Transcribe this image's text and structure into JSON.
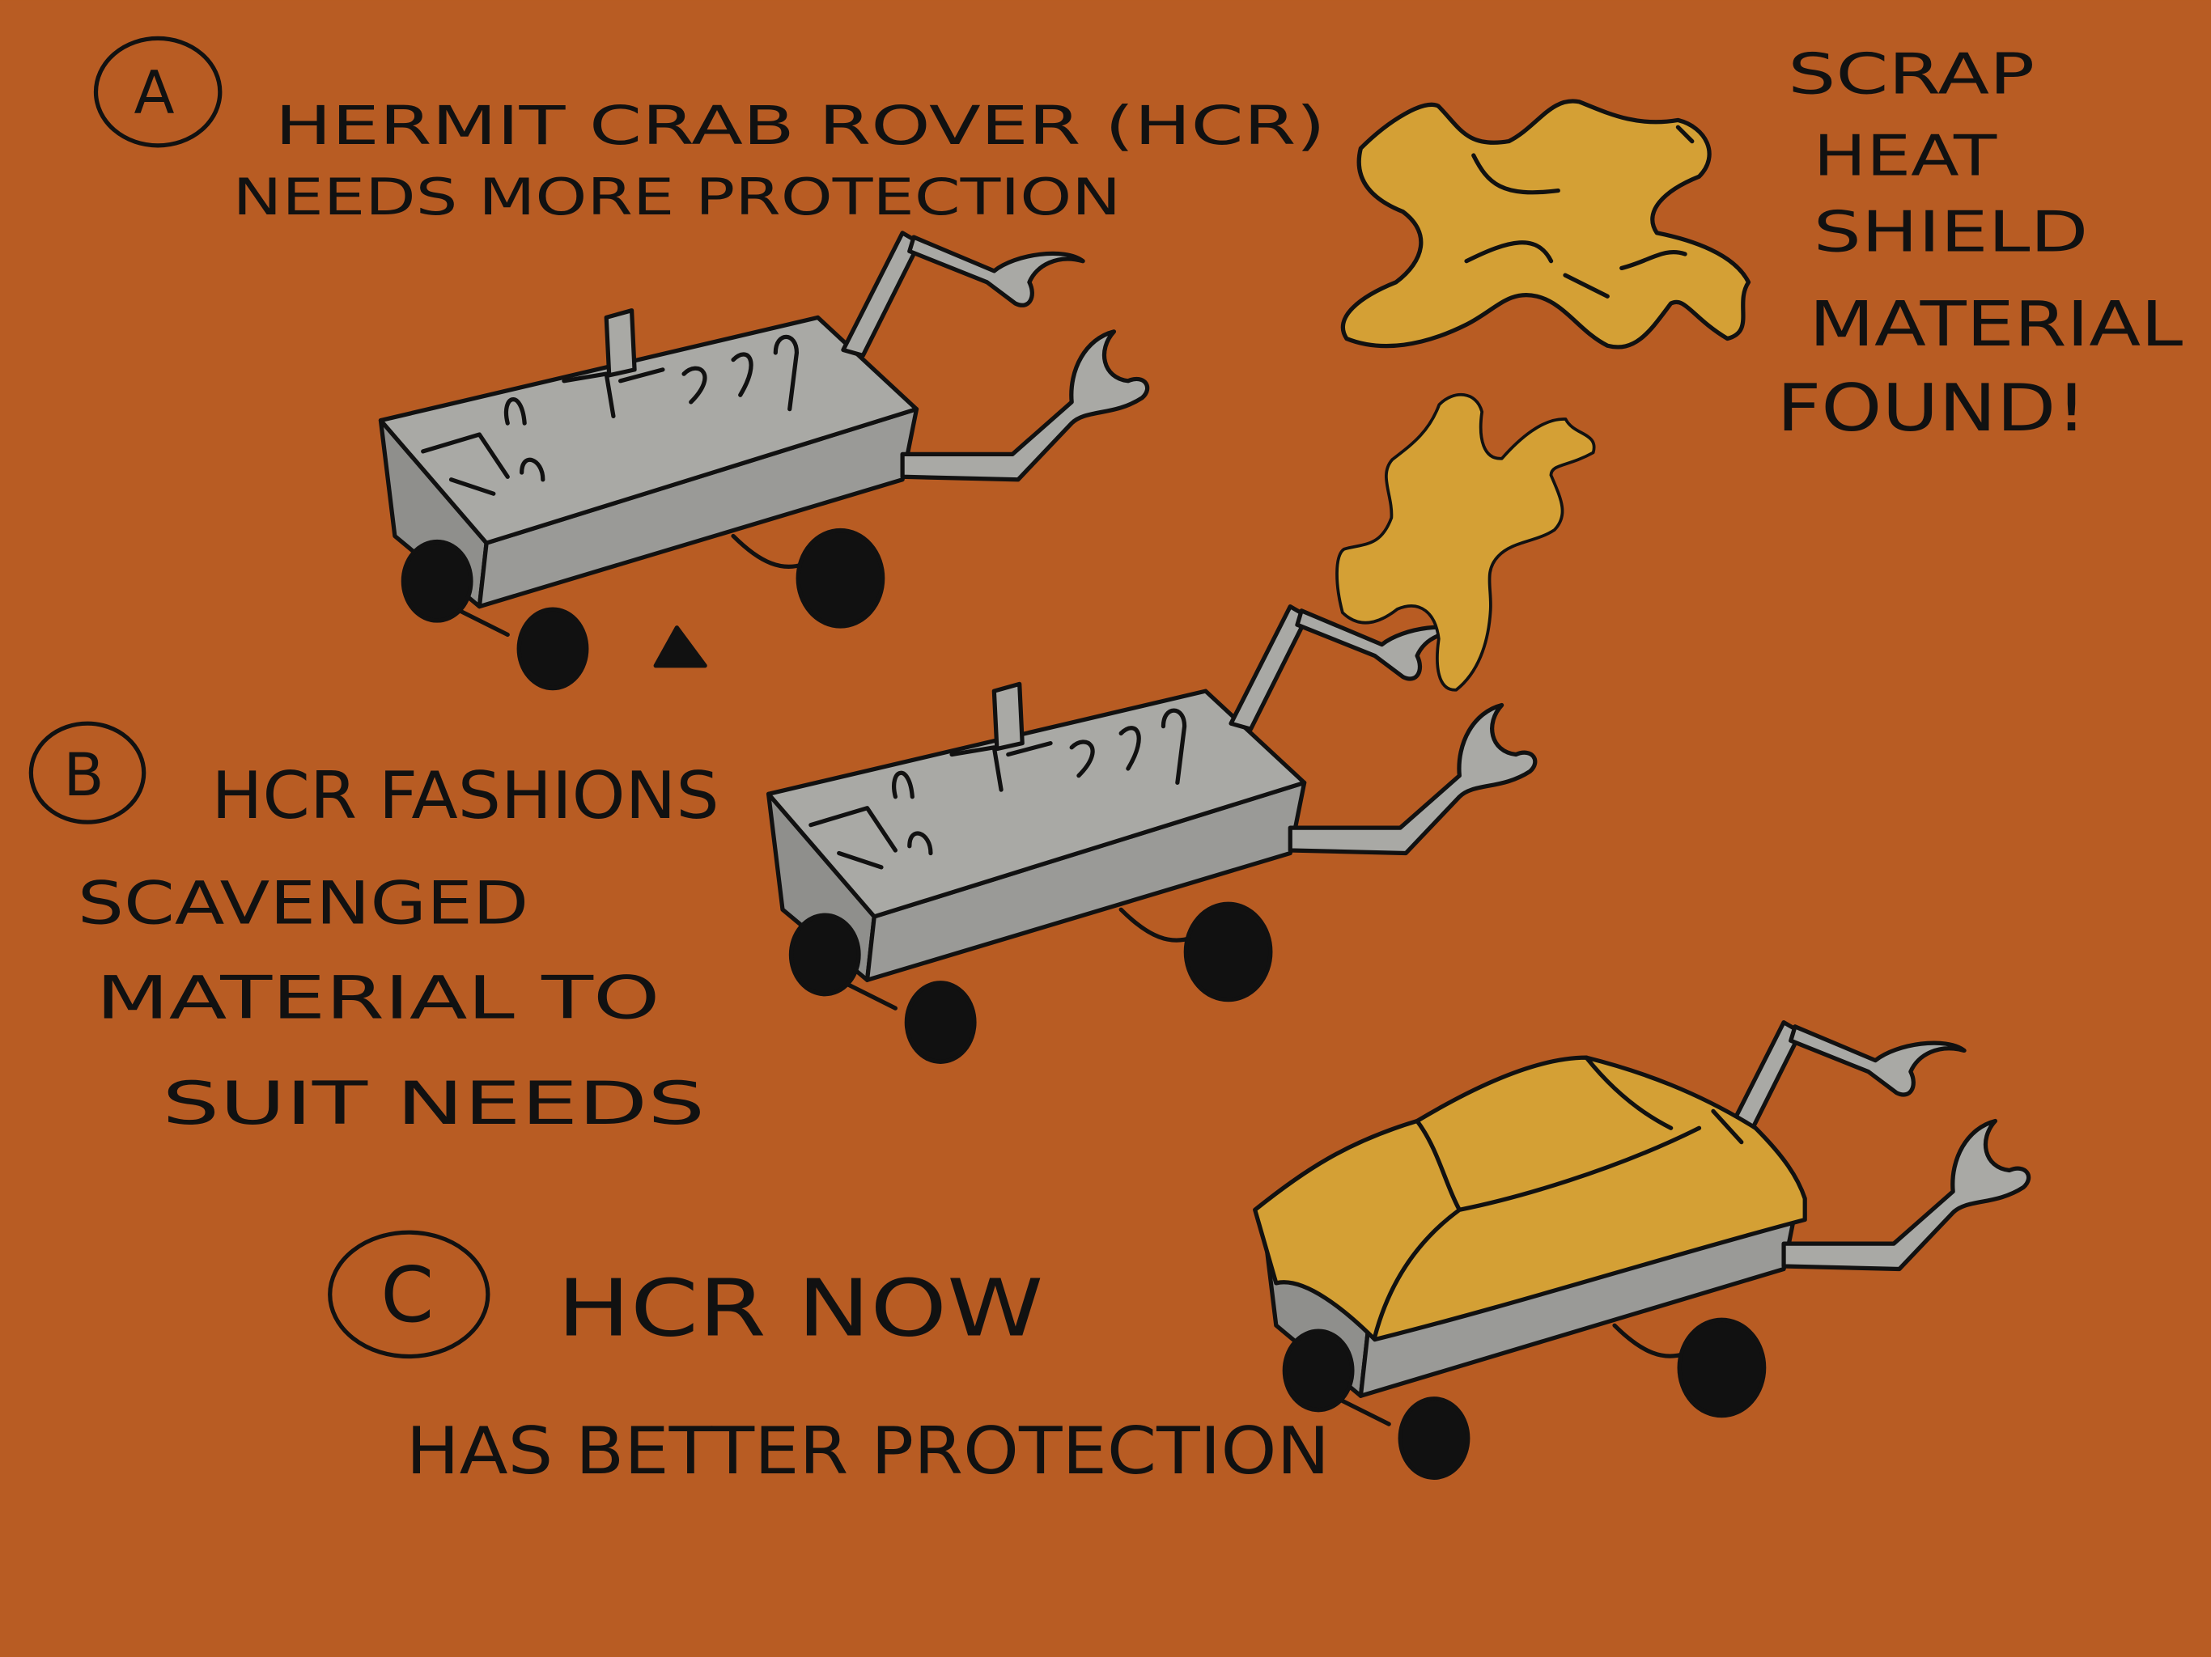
{
  "colors": {
    "background": "#b85c23",
    "gold": "#d4a035",
    "metal": "#a9a9a5",
    "metal_dark": "#8f8f8c",
    "ink": "#111111"
  },
  "step_a": {
    "marker": "A",
    "line1": "HERMIT CRAB ROVER (HCR)",
    "line2": "NEEDS MORE PROTECTION"
  },
  "scrap": {
    "lines": [
      "SCRAP",
      "HEAT",
      "SHIELD",
      "MATERIAL",
      "FOUND!"
    ]
  },
  "step_b": {
    "marker": "B",
    "line1": "HCR FASHIONS",
    "line2": "SCAVENGED",
    "line3": "MATERIAL TO",
    "line4": "SUIT NEEDS"
  },
  "step_c": {
    "marker": "C",
    "line1": "HCR NOW",
    "line2": "HAS BETTER PROTECTION"
  }
}
